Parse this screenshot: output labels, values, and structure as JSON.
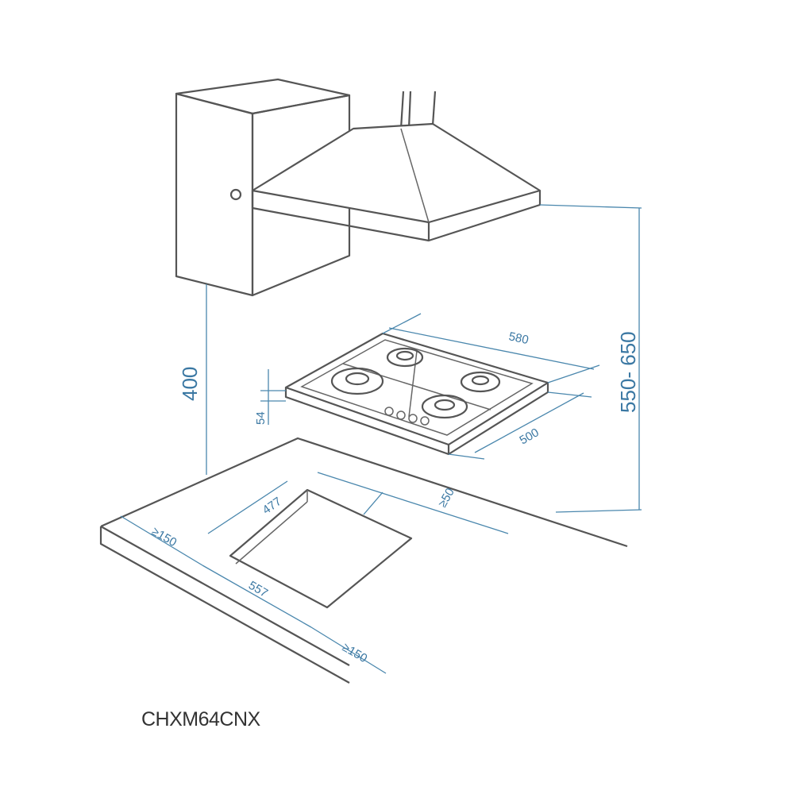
{
  "model": "CHXM64CNX",
  "dimensions": {
    "cabinet_to_counter": "400",
    "hood_height": "550- 650",
    "hob_width": "580",
    "hob_depth": "500",
    "hob_height": "54",
    "cutout_depth": "477",
    "cutout_width": "557",
    "min_left": "≥150",
    "min_right": "≥150",
    "min_back": "≥50"
  },
  "colors": {
    "dimension": "#3b78a3",
    "line": "#555555"
  }
}
